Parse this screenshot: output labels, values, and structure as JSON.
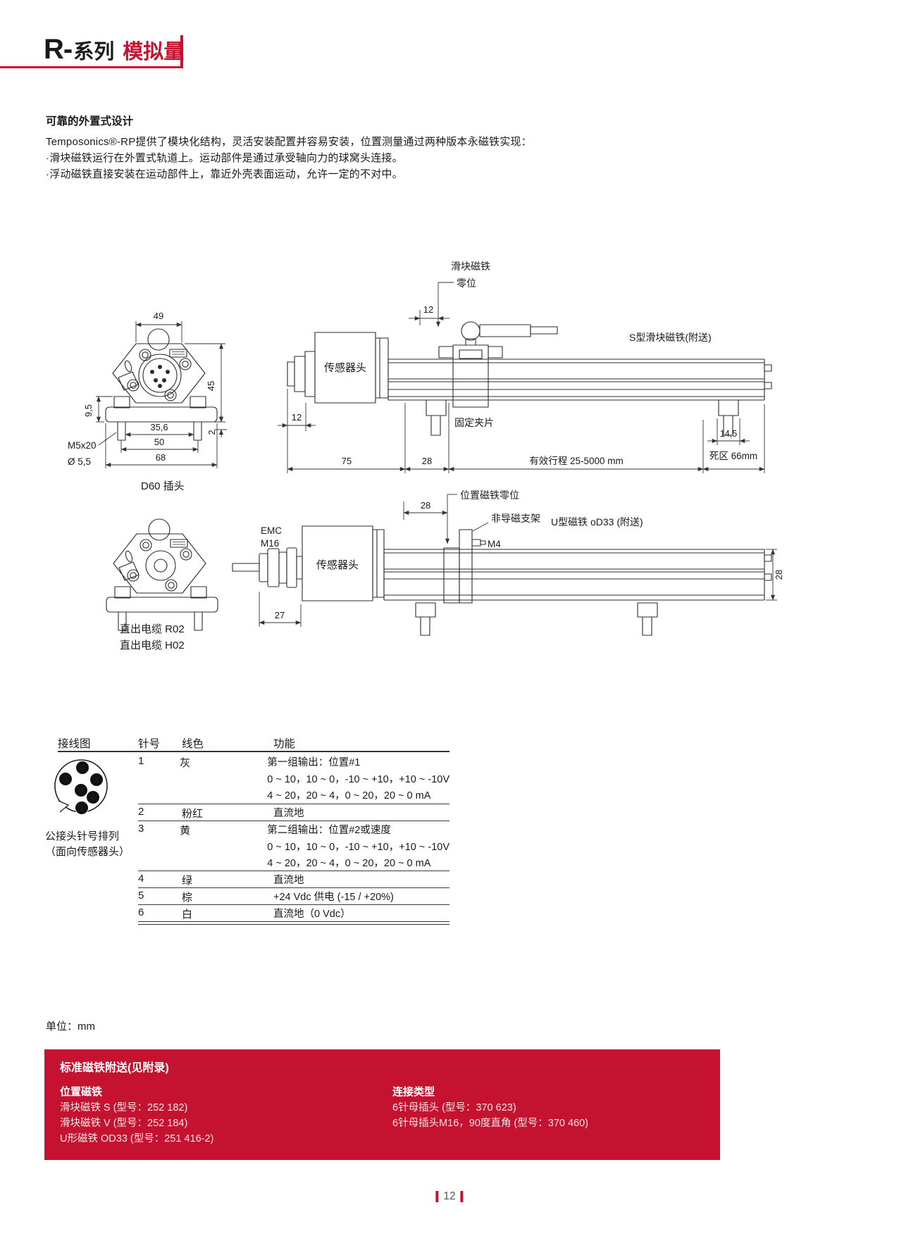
{
  "page": {
    "accent": "#C41230"
  },
  "header": {
    "title_r": "R-",
    "title_series": "系列",
    "title_accent": "模拟量"
  },
  "intro": {
    "heading": "可靠的外置式设计",
    "line1": "Temposonics®-RP提供了模块化结构，灵活安装配置并容易安装，位置测量通过两种版本永磁铁实现：",
    "line2": "·滑块磁铁运行在外置式轨道上。运动部件是通过承受轴向力的球窝头连接。",
    "line3": "·浮动磁铁直接安装在运动部件上，靠近外壳表面运动，允许一定的不对中。"
  },
  "diagram1": {
    "slider_magnet_line1": "滑块磁铁",
    "slider_magnet_line2": "零位",
    "dim12_top": "12",
    "s_magnet_label": "S型滑块磁铁(附送)",
    "sensor_head": "传感器头",
    "fixing_clip": "固定夹片",
    "dim12_left": "12",
    "dim75": "75",
    "dim28": "28",
    "stroke_label": "有效行程 25-5000 mm",
    "dim145": "14,5",
    "dead_zone": "死区 66mm",
    "dim49": "49",
    "dim45": "45",
    "dim95": "9,5",
    "dim2": "2",
    "dim356": "35,6",
    "dim50": "50",
    "dim68": "68",
    "m5x20": "M5x20",
    "dia55": "Ø 5,5",
    "d60_caption": "D60 插头"
  },
  "diagram2": {
    "zero_label": "位置磁铁零位",
    "dim28_top": "28",
    "bracket_label": "非导磁支架",
    "m4": "M4",
    "u_magnet_label": "U型磁铁 oD33 (附送)",
    "emc_line1": "EMC",
    "emc_line2": "M16",
    "sensor_head": "传感器头",
    "dim27": "27",
    "dim28_right": "28",
    "cable_r02": "直出电缆 R02",
    "cable_h02": "直出电缆 H02"
  },
  "wiring": {
    "col_diagram": "接线图",
    "col_pin": "针号",
    "col_color": "线色",
    "col_function": "功能",
    "pins": [
      "4",
      "5",
      "3",
      "6",
      "2",
      "1"
    ],
    "caption_line1": "公接头针号排列",
    "caption_line2": "（面向传感器头）",
    "rows": [
      {
        "pin": "1",
        "color": "灰",
        "f1": "第一组输出：位置#1",
        "f2": "0 ~ 10，10 ~ 0，-10 ~ +10，+10 ~ -10V",
        "f3": "4 ~ 20，20 ~ 4，0 ~ 20，20 ~ 0 mA"
      },
      {
        "pin": "2",
        "color": "粉红",
        "f1": "直流地"
      },
      {
        "pin": "3",
        "color": "黄",
        "f1": "第二组输出：位置#2或速度",
        "f2": "0 ~ 10，10 ~ 0，-10 ~ +10，+10 ~ -10V",
        "f3": "4 ~ 20，20 ~ 4，0 ~ 20，20 ~ 0 mA"
      },
      {
        "pin": "4",
        "color": "绿",
        "f1": "直流地"
      },
      {
        "pin": "5",
        "color": "棕",
        "f1": "+24 Vdc 供电 (-15 / +20%)"
      },
      {
        "pin": "6",
        "color": "白",
        "f1": "直流地（0 Vdc）"
      }
    ]
  },
  "units_note": "单位：mm",
  "footer_box": {
    "title": "标准磁铁附送(见附录)",
    "left_heading": "位置磁铁",
    "left_item1": "滑块磁铁 S (型号：252 182)",
    "left_item2": "滑块磁铁 V (型号：252 184)",
    "left_item3": "U形磁铁 OD33 (型号：251 416-2)",
    "right_heading": "连接类型",
    "right_item1": "6针母插头 (型号：370 623)",
    "right_item2": "6针母插头M16，90度直角 (型号：370 460)"
  },
  "page_number": "12"
}
